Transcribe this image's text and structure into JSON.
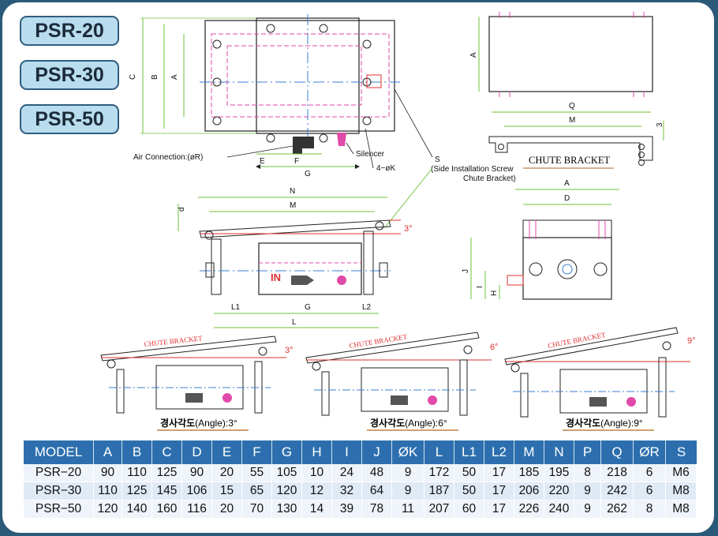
{
  "models": [
    "PSR-20",
    "PSR-30",
    "PSR-50"
  ],
  "top_view": {
    "dims": [
      "C",
      "B",
      "A"
    ],
    "air_connection": "Air Connection:(øR)",
    "silencer": "Silencer",
    "hole": "4−øK",
    "screw_label": "S",
    "screw_note_1": "(Side Installation Screw",
    "screw_note_2": "Chute Bracket)",
    "e": "E",
    "f": "F",
    "g": "G"
  },
  "bracket_view": {
    "a": "A",
    "q": "Q",
    "m": "M",
    "three": "3",
    "caption": "CHUTE BRACKET"
  },
  "side_view": {
    "n": "N",
    "m": "M",
    "d": "d",
    "angle": "3°",
    "in": "IN",
    "l1": "L1",
    "g": "G",
    "l2": "L2",
    "l": "L"
  },
  "end_view": {
    "a": "A",
    "d": "D",
    "j": "J",
    "i": "I",
    "h": "H"
  },
  "angle_views": [
    {
      "bracket": "CHUTE BRACKET",
      "angle": "3°",
      "caption_kr": "경사각도",
      "caption_en": "(Angle):3°"
    },
    {
      "bracket": "CHUTE BRACKET",
      "angle": "6°",
      "caption_kr": "경사각도",
      "caption_en": "(Angle):6°"
    },
    {
      "bracket": "CHUTE BRACKET",
      "angle": "9°",
      "caption_kr": "경사각도",
      "caption_en": "(Angle):9°"
    }
  ],
  "table": {
    "headers": [
      "MODEL",
      "A",
      "B",
      "C",
      "D",
      "E",
      "F",
      "G",
      "H",
      "I",
      "J",
      "ØK",
      "L",
      "L1",
      "L2",
      "M",
      "N",
      "P",
      "Q",
      "ØR",
      "S"
    ],
    "rows": [
      [
        "PSR−20",
        "90",
        "110",
        "125",
        "90",
        "20",
        "55",
        "105",
        "10",
        "24",
        "48",
        "9",
        "172",
        "50",
        "17",
        "185",
        "195",
        "8",
        "218",
        "6",
        "M6"
      ],
      [
        "PSR−30",
        "110",
        "125",
        "145",
        "106",
        "15",
        "65",
        "120",
        "12",
        "32",
        "64",
        "9",
        "187",
        "50",
        "17",
        "206",
        "220",
        "9",
        "242",
        "6",
        "M8"
      ],
      [
        "PSR−50",
        "120",
        "140",
        "160",
        "116",
        "20",
        "70",
        "130",
        "14",
        "39",
        "78",
        "11",
        "207",
        "60",
        "17",
        "226",
        "240",
        "9",
        "262",
        "8",
        "M8"
      ]
    ]
  },
  "colors": {
    "frame": "#2b5a78",
    "header": "#2d6fae",
    "badge": "#b9dcee",
    "dim": "#6fbf3a",
    "center": "#e04aa8",
    "accent": "#e03030"
  }
}
